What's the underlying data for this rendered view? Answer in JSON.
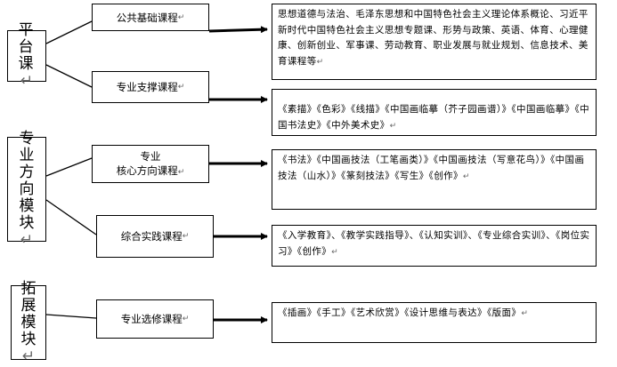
{
  "groups": [
    {
      "label": "平台课",
      "mark": "↵"
    },
    {
      "label": "专业方向模块",
      "mark": "↵"
    },
    {
      "label": "拓展模块",
      "mark": "↵"
    }
  ],
  "courses": [
    {
      "name": "公共基础课程",
      "mark": "↵",
      "desc": "思想道德与法治、毛泽东思想和中国特色社会主义理论体系概论、习近平新时代中国特色社会主义思想专题课、形势与政策、英语、体育、心理健康、创新创业、军事课、劳动教育、职业发展与就业规划、信息技术、美育课程等",
      "desc_mark": "↵"
    },
    {
      "name": "专业支撑课程",
      "mark": "↵",
      "desc": "《素描》《色彩》《线描》《中国画临摹（芥子园画谱）》《中国画临摹》《中国书法史》《中外美术史》",
      "desc_mark": "↵"
    },
    {
      "name_line1": "专业",
      "name_line2": "核心方向课程",
      "mark": "↵",
      "desc": "《书法》《中国画技法（工笔画类）》《中国画技法（写意花鸟）》《中国画技法（山水）》《篆刻技法》《写生》《创作》",
      "desc_mark": "↵"
    },
    {
      "name": "综合实践课程",
      "mark": "↵",
      "desc": "《入学教育》、《教学实践指导》、《认知实训》、《专业综合实训》、《岗位实习》《创作》",
      "desc_mark": "↵"
    },
    {
      "name": "专业选修课程",
      "mark": "↵",
      "desc": "《插画》《手工》《艺术欣赏》《设计思维与表达》《版面》",
      "desc_mark": "↵"
    }
  ]
}
